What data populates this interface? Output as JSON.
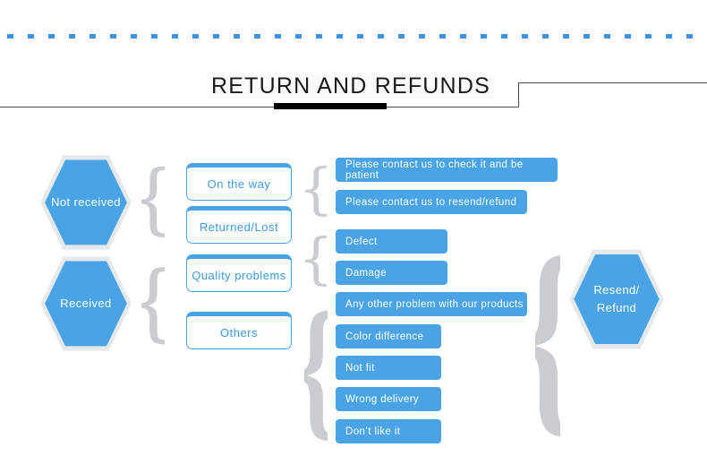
{
  "page": {
    "title": "RETURN AND REFUNDS",
    "accent_color": "#49a3e4",
    "rule_color": "#4a4a4a",
    "accent_bar_color": "#000000",
    "brace_color": "#c9cdd1",
    "dotted_rule_color": "#3d92dd",
    "brace_glyph": "{"
  },
  "stages": {
    "not_received": {
      "label": "Not  received"
    },
    "received": {
      "label": "Received"
    },
    "outcome": {
      "line1": "Resend/",
      "line2": "Refund"
    }
  },
  "categories": [
    {
      "id": "on-the-way",
      "label": "On  the  way"
    },
    {
      "id": "returned-lost",
      "label": "Returned/Lost"
    },
    {
      "id": "quality-problems",
      "label": "Quality  problems"
    },
    {
      "id": "others",
      "label": "Others"
    }
  ],
  "details": [
    {
      "id": "check",
      "label": "Please  contact  us  to  check  it  and  be  patient"
    },
    {
      "id": "resend",
      "label": "Please  contact  us  to  resend/refund"
    },
    {
      "id": "defect",
      "label": "Defect"
    },
    {
      "id": "damage",
      "label": "Damage"
    },
    {
      "id": "any-other",
      "label": "Any  other  problem  with  our  products"
    },
    {
      "id": "color-difference",
      "label": "Color  difference"
    },
    {
      "id": "not-fit",
      "label": "Not  fit"
    },
    {
      "id": "wrong-delivery",
      "label": "Wrong  delivery"
    },
    {
      "id": "dont-like",
      "label": "Don’t  like  it"
    }
  ]
}
